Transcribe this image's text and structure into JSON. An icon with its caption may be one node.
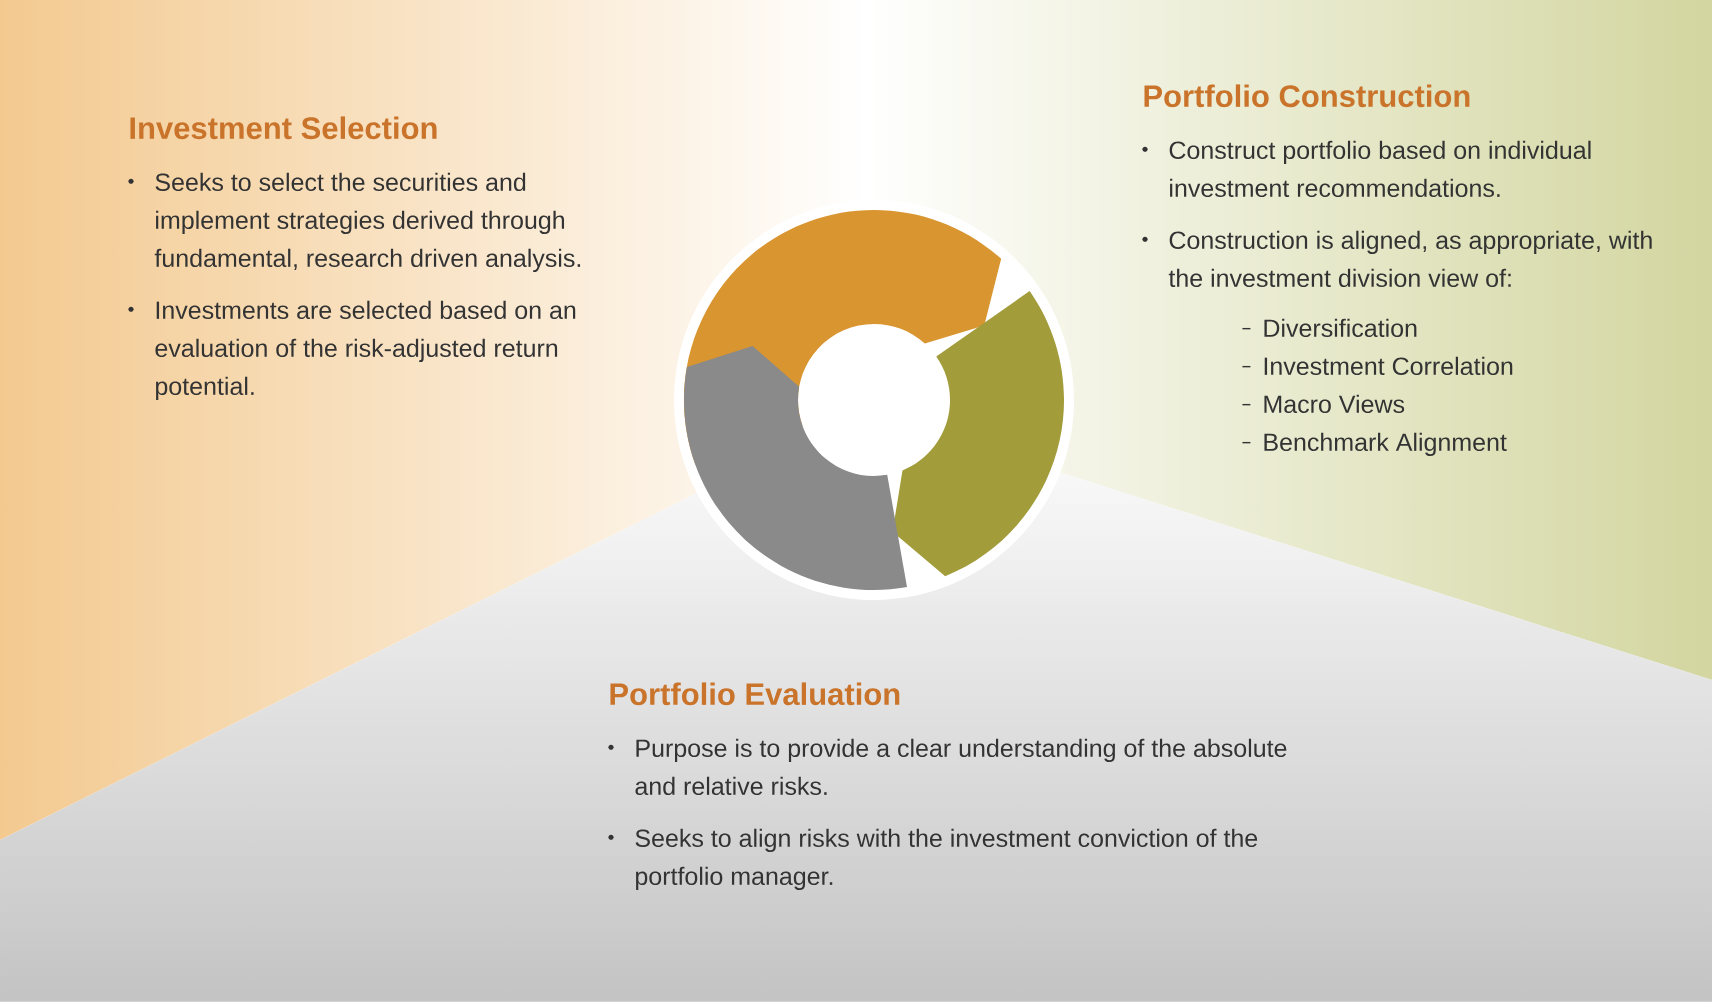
{
  "diagram": {
    "nodes": [
      {
        "text": [
          "Investment Selection",
          "Seeks to select the securities and implement strategies derived through fundamental, research driven analysis.",
          "Investments are selected based on an evaluation of the risk-adjusted return potential."
        ]
      },
      {
        "text": [
          "Portfolio Construction",
          "Construct portfolio based on individual investment recommendations.",
          "Construction is aligned, as appropriate, with the investment division view of:",
          "Diversification",
          "Investment Correlation",
          "Macro Views",
          "Benchmark Alignment"
        ]
      },
      {
        "text": [
          "Portfolio Evaluation",
          "Purpose is to provide a clear understanding of the absolute and relative risks.",
          "Seeks to align risks with the investment conviction of the portfolio manager."
        ]
      }
    ]
  }
}
